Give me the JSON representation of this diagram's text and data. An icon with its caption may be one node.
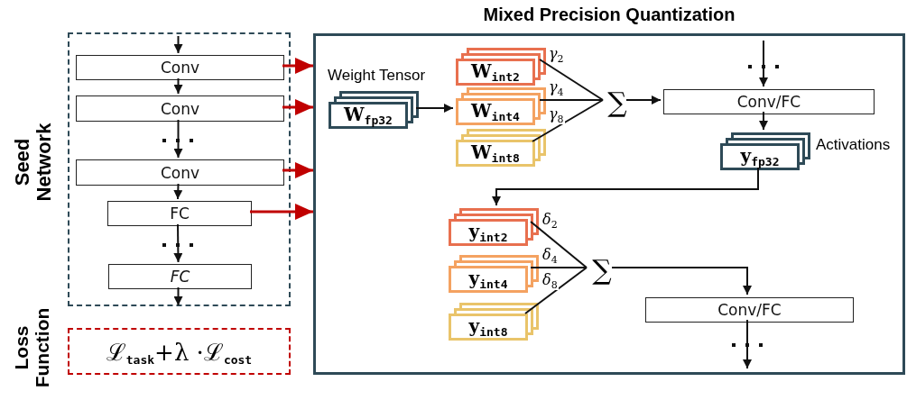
{
  "diagram": {
    "nodes": [
      {
        "text": [
          "Seed Network"
        ]
      },
      {
        "text": [
          "Conv"
        ],
        "in": 0
      },
      {
        "text": [
          "Conv"
        ],
        "in": 0
      },
      {
        "text": [
          "Conv"
        ],
        "in": 0
      },
      {
        "text": [
          "FC"
        ],
        "in": 0
      },
      {
        "text": [
          "FC"
        ],
        "in": 0
      },
      {
        "text": [
          "Loss Function",
          "ℒ$_{task}$+λ ·ℒ$_{cost}$"
        ]
      },
      {
        "text": [
          "Mixed Precision Quantization"
        ]
      },
      {
        "text": [
          "**W**$_{fp32}$"
        ],
        "in": 7,
        "beside": [
          "Weight Tensor"
        ]
      },
      {
        "text": [
          "**W**$_{int2}$"
        ],
        "in": 7
      },
      {
        "text": [
          "**W**$_{int4}$"
        ],
        "in": 7
      },
      {
        "text": [
          "**W**$_{int8}$"
        ],
        "in": 7
      },
      {
        "text": [
          "∑"
        ],
        "in": 7
      },
      {
        "text": [
          "Conv/FC"
        ],
        "in": 7
      },
      {
        "text": [
          "**y**$_{fp32}$"
        ],
        "in": 7,
        "beside": [
          "Activations"
        ]
      },
      {
        "text": [
          "**y**$_{int2}$"
        ],
        "in": 7
      },
      {
        "text": [
          "**y**$_{int4}$"
        ],
        "in": 7
      },
      {
        "text": [
          "**y**$_{int8}$"
        ],
        "in": 7
      },
      {
        "text": [
          "∑"
        ],
        "in": 7
      },
      {
        "text": [
          "Conv/FC"
        ],
        "in": 7
      }
    ],
    "edges": [
      {
        "from": null,
        "to": 1,
        "arrow": "to"
      },
      {
        "from": 1,
        "to": 2,
        "arrow": "to"
      },
      {
        "from": 2,
        "to": 3,
        "arrow": "to"
      },
      {
        "from": 3,
        "to": 4,
        "arrow": "to"
      },
      {
        "from": 4,
        "to": 5,
        "arrow": "to"
      },
      {
        "from": 5,
        "to": null,
        "arrow": "to"
      },
      {
        "from": 1,
        "to": 7,
        "arrow": "to",
        "color": "#c00000"
      },
      {
        "from": 2,
        "to": 7,
        "arrow": "to",
        "color": "#c00000"
      },
      {
        "from": 3,
        "to": 7,
        "arrow": "to",
        "color": "#c00000"
      },
      {
        "from": 4,
        "to": 7,
        "arrow": "to",
        "color": "#c00000"
      },
      {
        "from": 8,
        "to": 10,
        "arrow": "to"
      },
      {
        "from": 9,
        "to": 12,
        "arrow": "none",
        "label": "γ$_{2}$"
      },
      {
        "from": 10,
        "to": 12,
        "arrow": "none",
        "label": "γ$_{4}$"
      },
      {
        "from": 11,
        "to": 12,
        "arrow": "none",
        "label": "γ$_{8}$"
      },
      {
        "from": 12,
        "to": 13,
        "arrow": "to"
      },
      {
        "from": null,
        "to": 13,
        "arrow": "to"
      },
      {
        "from": 13,
        "to": 14,
        "arrow": "to"
      },
      {
        "from": 14,
        "to": 15,
        "arrow": "to"
      },
      {
        "from": 15,
        "to": 18,
        "arrow": "none",
        "label": "δ$_{2}$"
      },
      {
        "from": 16,
        "to": 18,
        "arrow": "none",
        "label": "δ$_{4}$"
      },
      {
        "from": 17,
        "to": 18,
        "arrow": "none",
        "label": "δ$_{8}$"
      },
      {
        "from": 18,
        "to": 19,
        "arrow": "to"
      },
      {
        "from": 19,
        "to": null,
        "arrow": "to"
      }
    ]
  }
}
